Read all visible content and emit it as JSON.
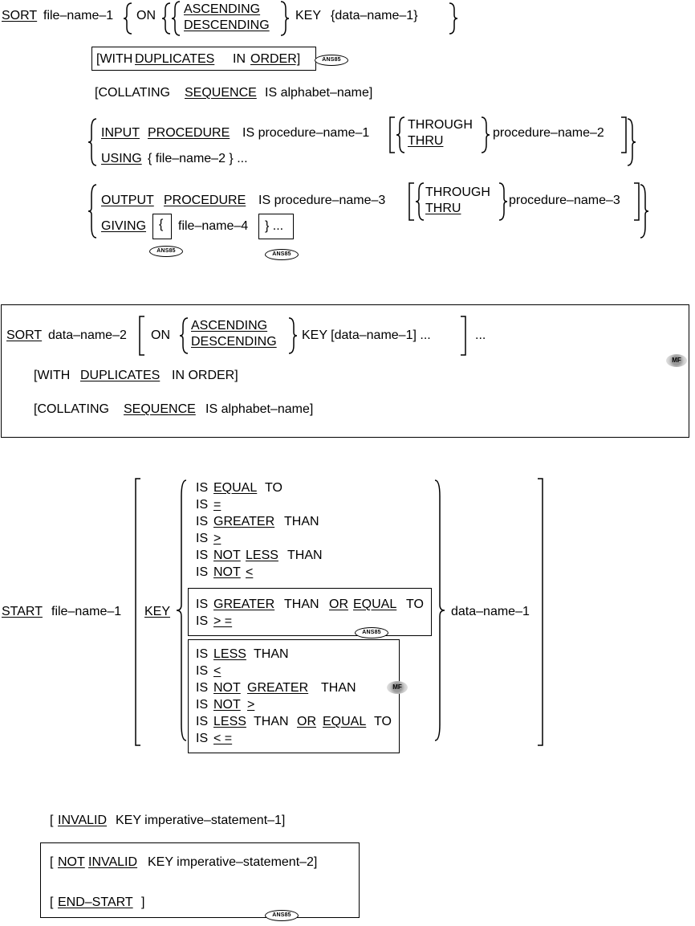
{
  "sort1": {
    "sort": "SORT",
    "file_name_1": "file–name–1",
    "on": "ON",
    "ascending": "ASCENDING",
    "descending": "DESCENDING",
    "key": "KEY",
    "data_name_1": "{data–name–1}",
    "with": "[WITH",
    "duplicates": "DUPLICATES",
    "in": "IN",
    "order": "ORDER]",
    "collating_open": "[COLLATING",
    "sequence": "SEQUENCE",
    "is_alphabet": "IS alphabet–name]",
    "input": "INPUT",
    "procedure": "PROCEDURE",
    "is_proc1": "IS procedure–name–1",
    "through": "THROUGH",
    "thru": "THRU",
    "proc2": "procedure–name–2",
    "using": "USING",
    "file_name_2": "{ file–name–2 } ...",
    "output": "OUTPUT",
    "procedure2": "PROCEDURE",
    "is_proc3": "IS procedure–name–3",
    "through2": "THROUGH",
    "thru2": "THRU",
    "proc3": "procedure–name–3",
    "giving": "GIVING",
    "brace_open": "{",
    "file_name_4": "file–name–4",
    "brace_close": "} ...",
    "badge": "ANS85"
  },
  "sort2": {
    "sort": "SORT",
    "data_name_2": "data–name–2",
    "on": "ON",
    "ascending": "ASCENDING",
    "descending": "DESCENDING",
    "key_part": "KEY  [data–name–1] ...",
    "ellipsis": "...",
    "with": "[WITH",
    "duplicates": "DUPLICATES",
    "in_order": "IN ORDER]",
    "collating": "[COLLATING",
    "sequence": "SEQUENCE",
    "is_alphabet": "IS alphabet–name]",
    "mf": "MF"
  },
  "start": {
    "start": "START",
    "file_name_1": "file–name–1",
    "key": "KEY",
    "data_name_1": "data–name–1",
    "is": "IS",
    "equal": "EQUAL",
    "to": "TO",
    "eq_sign": "=",
    "greater": "GREATER",
    "than": "THAN",
    "gt_sign": ">",
    "not": "NOT",
    "less": "LESS",
    "lt_sign": "<",
    "or": "OR",
    "ge_sign": "> =",
    "le_sign": "< =",
    "badge": "ANS85",
    "mf": "MF"
  },
  "invalid": {
    "open": "[",
    "invalid": "INVALID",
    "rest": "KEY imperative–statement–1]",
    "not": "NOT",
    "rest2": "KEY imperative–statement–2]",
    "end_start": "END–START",
    "close": "]",
    "badge": "ANS85"
  }
}
